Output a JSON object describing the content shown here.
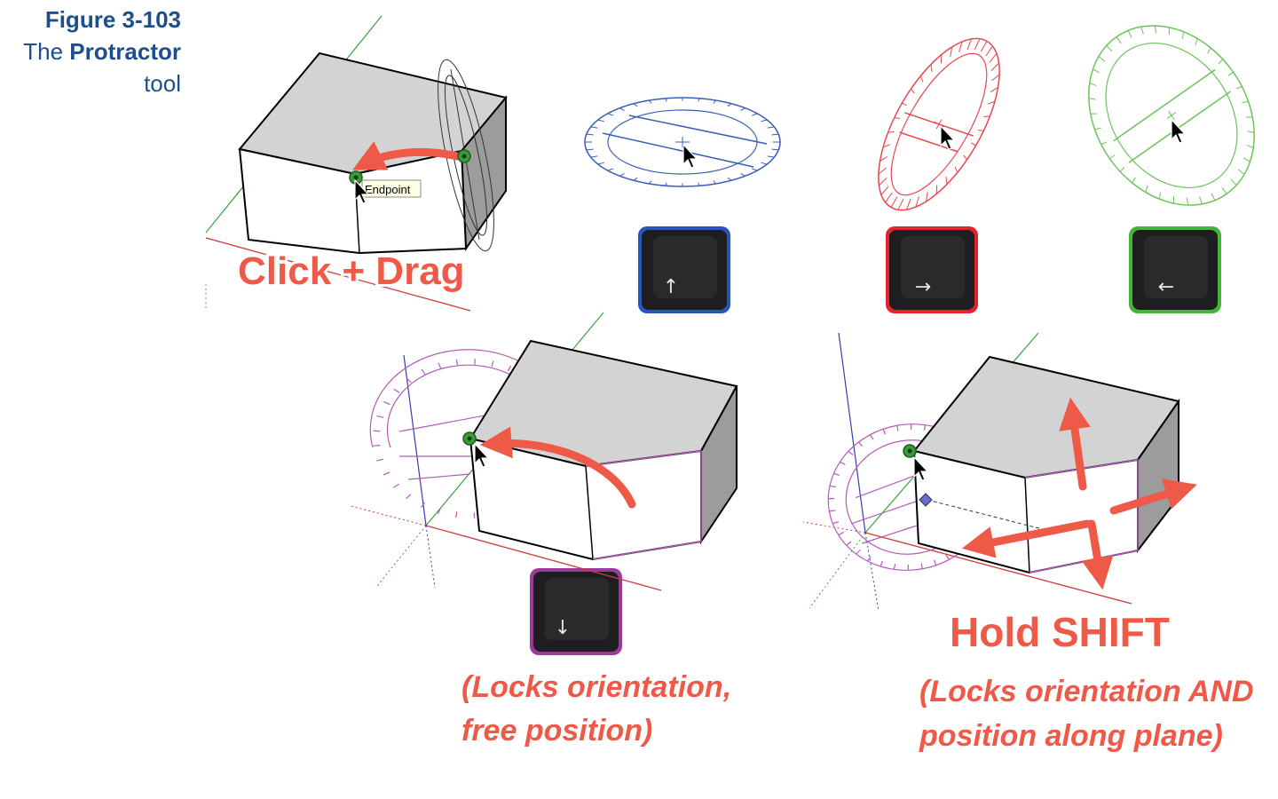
{
  "caption": {
    "figure": "Figure 3-103",
    "line2_prefix": "The ",
    "line2_bold": "Protractor",
    "line3": "tool"
  },
  "labels": {
    "click_drag": "Click + Drag",
    "tooltip": "Endpoint",
    "locks_orientation_1": "(Locks orientation,",
    "locks_orientation_2": "free position)",
    "hold_shift": "Hold SHIFT",
    "locks_both_1": "(Locks orientation AND",
    "locks_both_2": "position along plane)"
  },
  "keys": {
    "up": {
      "glyph": "↑",
      "color": "#2a55b8"
    },
    "right": {
      "glyph": "→",
      "color": "#e2232b"
    },
    "left": {
      "glyph": "←",
      "color": "#44b43a"
    },
    "down": {
      "glyph": "↓",
      "color": "#9b3a9b"
    }
  },
  "colors": {
    "caption": "#1d4f8c",
    "accent_red": "#ef5a48",
    "protractor_blue": "#3b5fb6",
    "protractor_red": "#e8474e",
    "protractor_green": "#6cc35a",
    "protractor_purple": "#b45bb8",
    "axis_red": "#d03a3a",
    "axis_green": "#3aa33a",
    "axis_blue": "#3a3ab8",
    "box_top": "#d3d3d3",
    "box_side": "#9c9c9c",
    "snap_green": "#3c9a3c"
  }
}
